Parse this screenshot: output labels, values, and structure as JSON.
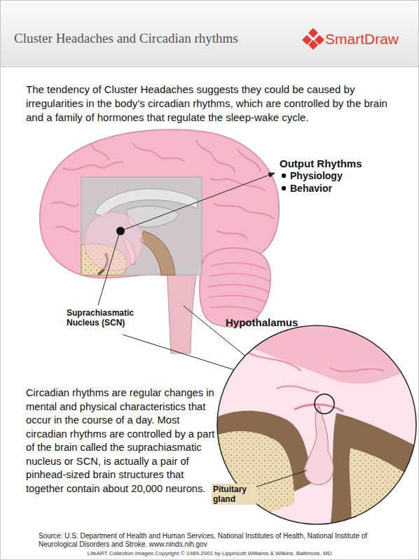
{
  "diagram": {
    "title": "Cluster Headaches and Circadian rhythms",
    "labels": [
      "SmartDraw",
      "The tendency of Cluster Headaches suggests they could be caused by irregularities in the body’s circadian rhythms, which are controlled by the brain and a family of hormones that regulate the sleep-wake cycle.",
      "Output Rhythms",
      "Physiology",
      "Behavior",
      "Suprachiasmatic Nucleus (SCN)",
      "Hypothalamus",
      "Circadian rhythms are regular changes in mental and physical characteristics that occur in the course of a day. Most circadian rhythms are controlled by a part of the brain called the suprachiasmatic nucleus or SCN, is actually a pair of pinhead-sized brain structures that together contain about 20,000 neurons.",
      "Pituitary gland",
      "Source: U.S. Department of Health and Human Services, National Institutes of Health, National Institute of Neurological Disorders and Stroke. www.ninds.nih.gov",
      "LifeART Collection Images Copyright © 1989-2001 by Lippincott Williams & Wilkins, Baltimore, MD"
    ]
  }
}
